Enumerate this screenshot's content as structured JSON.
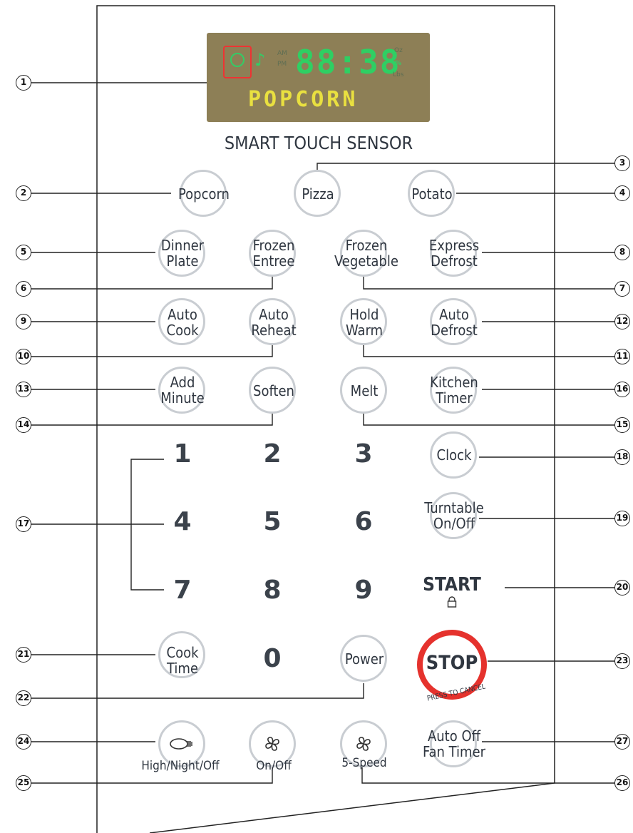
{
  "display": {
    "time": "88:38",
    "word": "POPCORN",
    "indicator_am": "AM",
    "indicator_pm": "PM",
    "unit_oz": "Oz",
    "unit_percent": "%",
    "unit_lbs": "Lbs"
  },
  "title": "SMART TOUCH SENSOR",
  "buttons": {
    "popcorn": "Popcorn",
    "pizza": "Pizza",
    "potato": "Potato",
    "dinner_plate": "Dinner\nPlate",
    "frozen_entree": "Frozen\nEntree",
    "frozen_vegetable": "Frozen\nVegetable",
    "express_defrost": "Express\nDefrost",
    "auto_cook": "Auto\nCook",
    "auto_reheat": "Auto\nReheat",
    "hold_warm": "Hold\nWarm",
    "auto_defrost": "Auto\nDefrost",
    "add_minute": "Add\nMinute",
    "soften": "Soften",
    "melt": "Melt",
    "kitchen_timer": "Kitchen\nTimer",
    "clock": "Clock",
    "turntable": "Turntable\nOn/Off",
    "start": "START",
    "cook_time": "Cook\nTime",
    "power": "Power",
    "stop": "STOP",
    "stop_sub": "PRESS TO CANCEL",
    "auto_off_fan_timer": "Auto Off\nFan Timer"
  },
  "numbers": [
    "1",
    "2",
    "3",
    "4",
    "5",
    "6",
    "7",
    "8",
    "9",
    "0"
  ],
  "sublabels": {
    "light": "High/Night/Off",
    "fan_onoff": "On/Off",
    "fan_speed": "5-Speed"
  },
  "callouts": [
    "1",
    "2",
    "3",
    "4",
    "5",
    "6",
    "7",
    "8",
    "9",
    "10",
    "11",
    "12",
    "13",
    "14",
    "15",
    "16",
    "17",
    "18",
    "19",
    "20",
    "21",
    "22",
    "23",
    "24",
    "25",
    "26",
    "27"
  ]
}
